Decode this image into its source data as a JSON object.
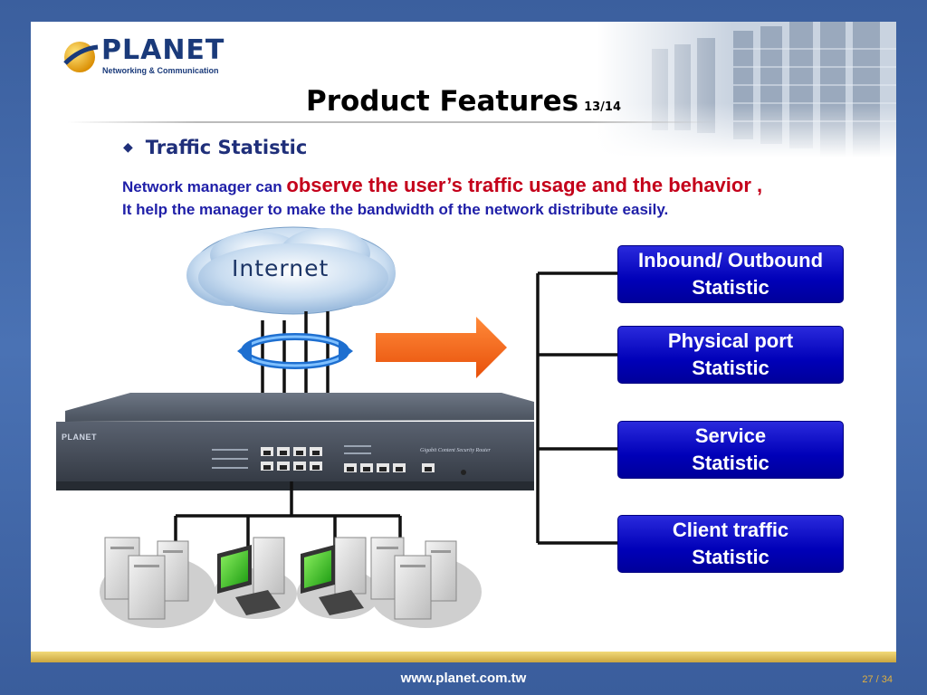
{
  "brand": {
    "name": "PLANET",
    "tagline": "Networking & Communication"
  },
  "slide": {
    "title": "Product Features",
    "title_sub": "13/14",
    "bullet": "Traffic Statistic",
    "desc_line1_a": "Network manager can ",
    "desc_line1_b": "observe the user’s traffic usage and the behavior ,",
    "desc_line2": "It help the manager to make the bandwidth of the network distribute easily."
  },
  "diagram": {
    "cloud_label": "Internet",
    "switch_brand": "PLANET",
    "switch_model": "Gigabit Content Security Router",
    "stat_boxes": [
      {
        "line1": "Inbound/ Outbound",
        "line2": "Statistic"
      },
      {
        "line1": "Physical port",
        "line2": "Statistic"
      },
      {
        "line1": "Service",
        "line2": "Statistic"
      },
      {
        "line1": "Client traffic",
        "line2": "Statistic"
      }
    ]
  },
  "footer": {
    "url": "www.planet.com.tw",
    "page": "27 / 34"
  },
  "colors": {
    "title_blue": "#1f2f7a",
    "text_blue": "#1f1fa8",
    "accent_red": "#c4001a",
    "box_blue": "#0000b8",
    "arrow_orange": "#f06010"
  }
}
